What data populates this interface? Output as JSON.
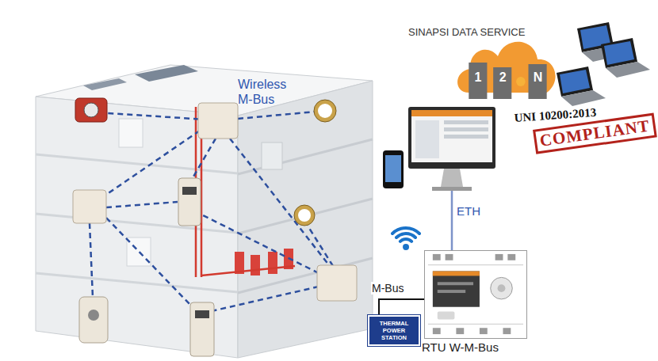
{
  "diagram": {
    "nodes": [
      {
        "text": [
          "1",
          "2",
          "N"
        ]
      },
      {
        "text": [
          "RTU W-M-Bus"
        ]
      },
      {
        "text": [
          "THERMAL POWER STATION"
        ]
      }
    ],
    "edges": [
      {
        "from": 2,
        "to": 1,
        "arrow": "none",
        "label": "M-Bus"
      }
    ],
    "labels": [
      "Wireless M-Bus",
      "SINAPSI DATA SERVICE",
      "UNI 10200:2013",
      "COMPLIANT",
      "ETH"
    ]
  }
}
